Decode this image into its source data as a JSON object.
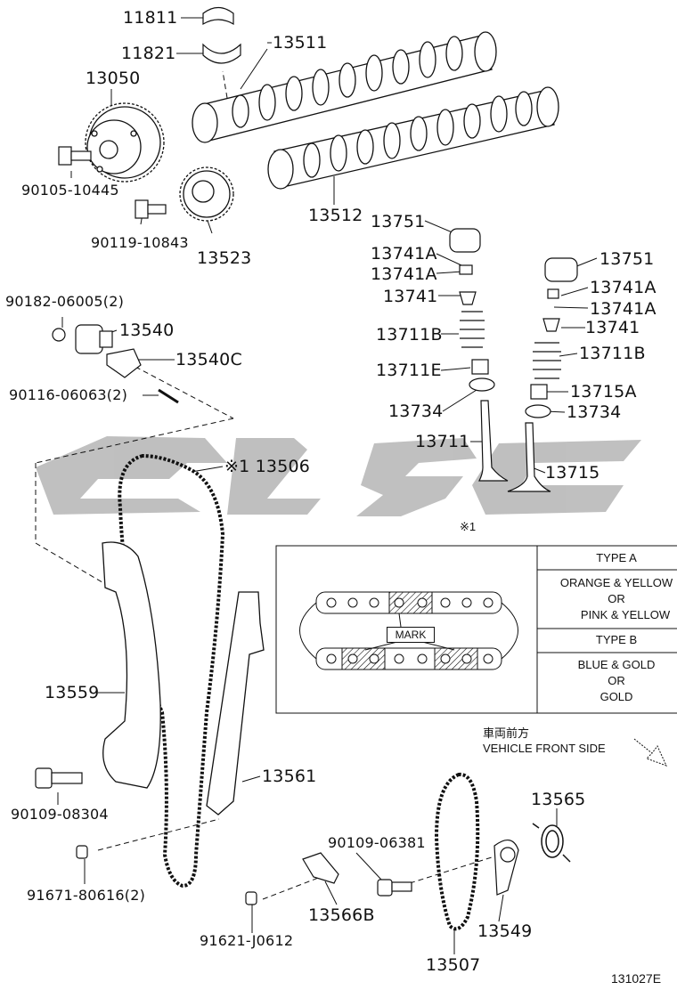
{
  "labels": {
    "p11811": "11811",
    "p11821": "11821",
    "p13511": "13511",
    "p13050": "13050",
    "p90105": "90105-10445",
    "p90119": "90119-10843",
    "p13523": "13523",
    "p13512": "13512",
    "p13751a": "13751",
    "p13741a1": "13741A",
    "p13741a2": "13741A",
    "p13741": "13741",
    "p13711b": "13711B",
    "p13711e": "13711E",
    "p13734": "13734",
    "p13711": "13711",
    "p13751b": "13751",
    "p13741a3": "13741A",
    "p13741a4": "13741A",
    "p13741b": "13741",
    "p13711b2": "13711B",
    "p13715a": "13715A",
    "p13734b": "13734",
    "p13715": "13715",
    "p90182": "90182-06005(2)",
    "p13540": "13540",
    "p13540c": "13540C",
    "p90116": "90116-06063(2)",
    "p13506": "※1 13506",
    "p13559": "13559",
    "p13561": "13561",
    "p90109a": "90109-08304",
    "p91671": "91671-80616(2)",
    "p90109b": "90109-06381",
    "p13565": "13565",
    "p13566b": "13566B",
    "p91621": "91621-J0612",
    "p13549": "13549",
    "p13507": "13507"
  },
  "inset": {
    "ref": "※1",
    "mark_label": "MARK",
    "type_a": "TYPE A",
    "type_a_colors": [
      "ORANGE & YELLOW",
      "OR",
      "PINK & YELLOW"
    ],
    "type_b": "TYPE B",
    "type_b_colors": [
      "BLUE & GOLD",
      "OR",
      "GOLD"
    ]
  },
  "direction": {
    "jp": "車両前方",
    "en": "VEHICLE FRONT SIDE"
  },
  "figure_code": "131027E",
  "colors": {
    "line": "#111111",
    "watermark": "#b9b9b9"
  }
}
